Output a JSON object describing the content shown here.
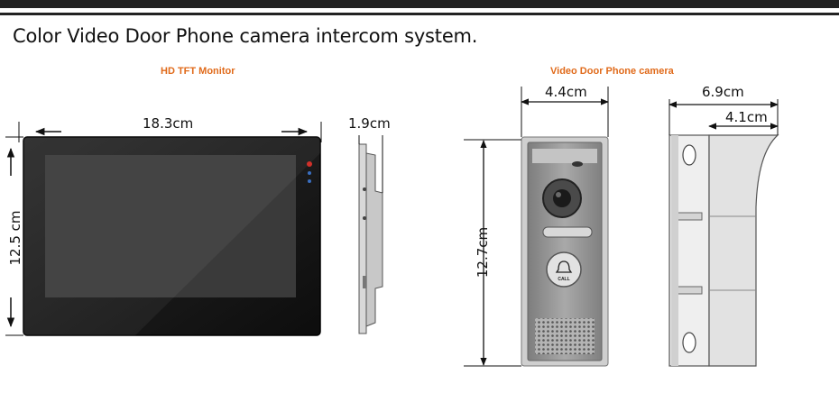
{
  "title": "Color Video Door Phone camera intercom system.",
  "sections": {
    "monitor": "HD TFT Monitor",
    "camera": "Video Door Phone camera"
  },
  "dimensions": {
    "monitor_width": "18.3cm",
    "monitor_height": "12.5 cm",
    "monitor_depth": "1.9cm",
    "camera_width": "4.4cm",
    "camera_height": "12.7cm",
    "camera_depth": "6.9cm",
    "camera_body_depth": "4.1cm"
  },
  "camera_button_label": "CALL",
  "colors": {
    "section_title": "#e06a1a",
    "screen": "#1c1c1c",
    "camera_face": "#9a9a9a",
    "led_red": "#d0302a",
    "led_blue": "#3a6fc0"
  }
}
